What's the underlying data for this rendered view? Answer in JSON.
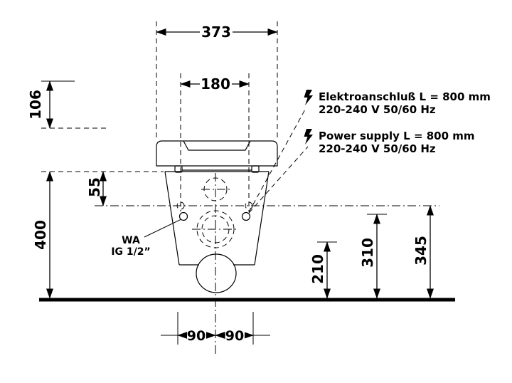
{
  "colors": {
    "line": "#000000",
    "background": "#ffffff"
  },
  "dims": {
    "w373": "373",
    "w180": "180",
    "h106": "106",
    "h55": "55",
    "h400": "400",
    "h210": "210",
    "h310": "310",
    "h345": "345",
    "b90l": "90",
    "b90r": "90"
  },
  "notes": {
    "de1": "Elektroanschluß L = 800 mm",
    "de2": "220-240 V  50/60 Hz",
    "en1": "Power supply L = 800 mm",
    "en2": "220-240 V  50/60 Hz",
    "wa1": "WA",
    "wa2": "IG 1/2”"
  }
}
